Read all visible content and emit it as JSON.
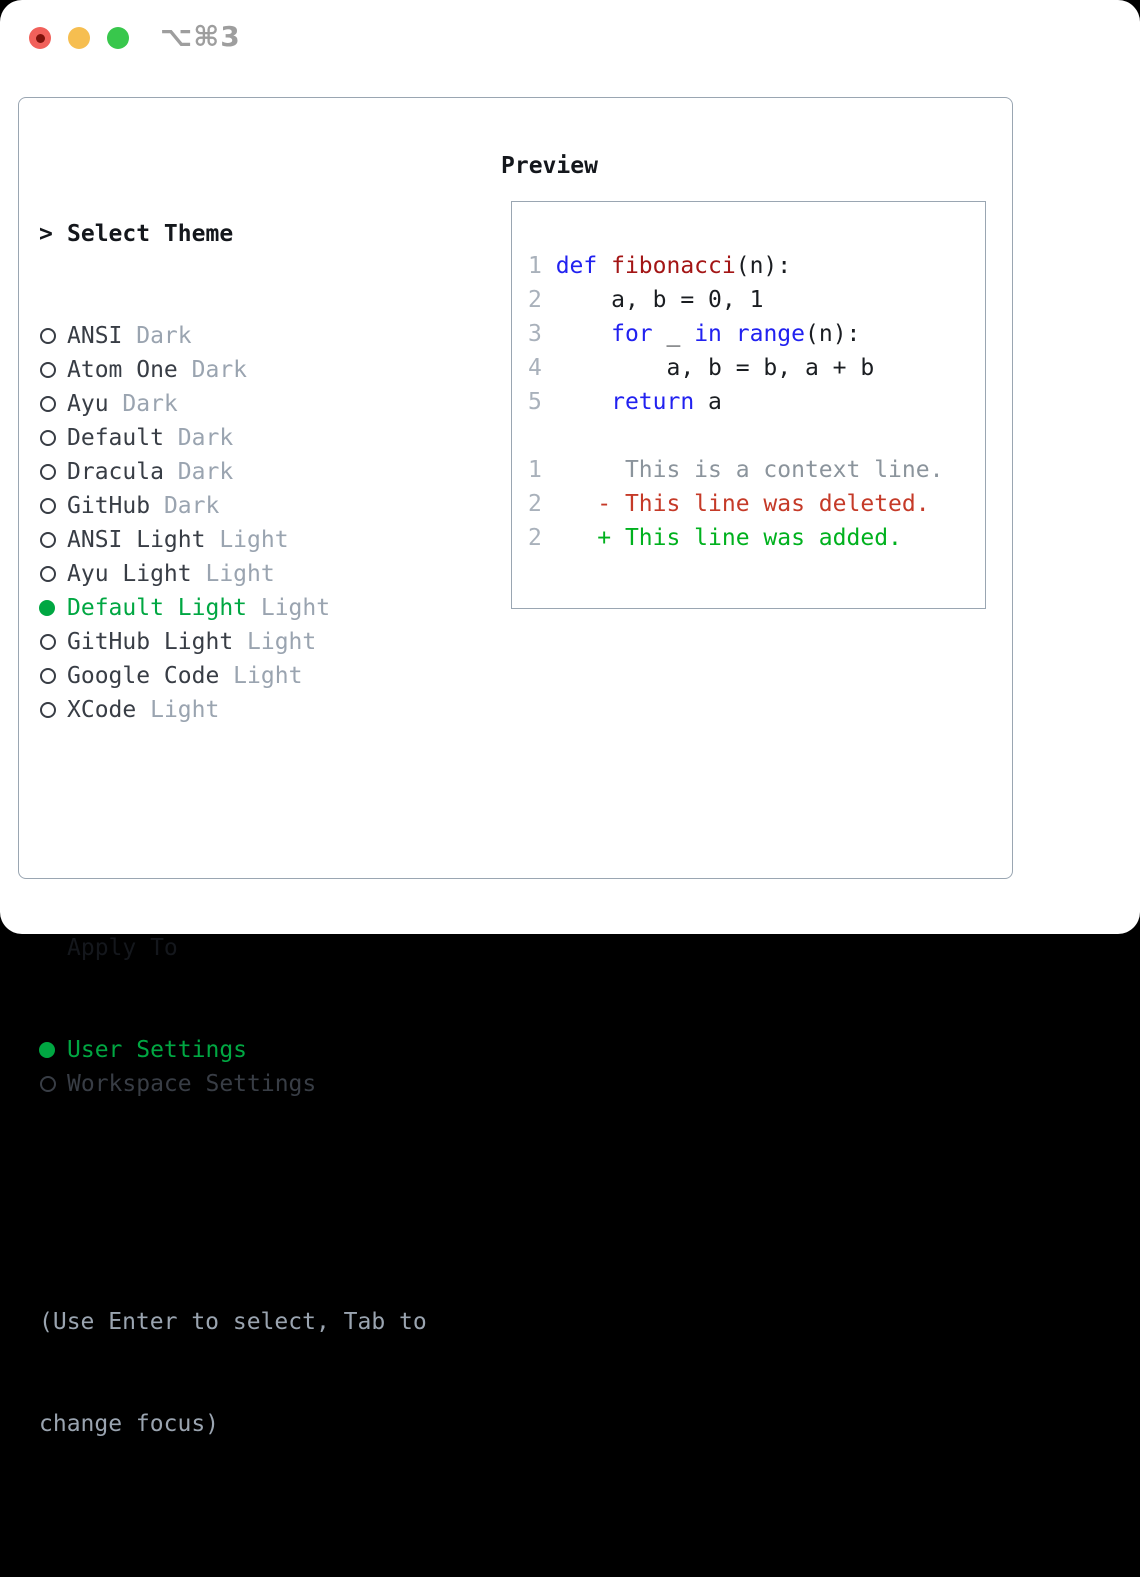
{
  "titlebar": {
    "shortcut": "⌥⌘3"
  },
  "colors": {
    "traffic_red": "#f1605a",
    "traffic_red_dot": "#7e120b",
    "traffic_yellow": "#f6be50",
    "traffic_green": "#38c74c",
    "title_gray": "#9e9e9e",
    "border_gray": "#9aa6b2",
    "header_black": "#14171c",
    "text_dark": "#383d45",
    "muted_gray": "#9aa4b0",
    "selection_green": "#00a742",
    "line_number_gray": "#a9b1bb",
    "keyword_blue": "#2121f0",
    "function_red": "#a31515",
    "context_gray": "#8b949c",
    "deleted_red": "#c53a28",
    "added_green": "#00b11e"
  },
  "left": {
    "header": "Select Theme",
    "themes": [
      {
        "name": "ANSI",
        "variant": "Dark",
        "selected": false
      },
      {
        "name": "Atom One",
        "variant": "Dark",
        "selected": false
      },
      {
        "name": "Ayu",
        "variant": "Dark",
        "selected": false
      },
      {
        "name": "Default",
        "variant": "Dark",
        "selected": false
      },
      {
        "name": "Dracula",
        "variant": "Dark",
        "selected": false
      },
      {
        "name": "GitHub",
        "variant": "Dark",
        "selected": false
      },
      {
        "name": "ANSI Light",
        "variant": "Light",
        "selected": false
      },
      {
        "name": "Ayu Light",
        "variant": "Light",
        "selected": false
      },
      {
        "name": "Default Light",
        "variant": "Light",
        "selected": true
      },
      {
        "name": "GitHub Light",
        "variant": "Light",
        "selected": false
      },
      {
        "name": "Google Code",
        "variant": "Light",
        "selected": false
      },
      {
        "name": "XCode",
        "variant": "Light",
        "selected": false
      }
    ],
    "apply_header": "Apply To",
    "apply_options": [
      {
        "name": "User Settings",
        "selected": true
      },
      {
        "name": "Workspace Settings",
        "selected": false
      }
    ],
    "footer_lines": [
      "(Use Enter to select, Tab to",
      "change focus)"
    ]
  },
  "preview": {
    "title": "Preview",
    "code_lines": [
      [
        {
          "t": "1 ",
          "c": "ln"
        },
        {
          "t": "def ",
          "c": "kw"
        },
        {
          "t": "fibonacci",
          "c": "fn"
        },
        {
          "t": "(n):",
          "c": "pl"
        }
      ],
      [
        {
          "t": "2 ",
          "c": "ln"
        },
        {
          "t": "    a, b = 0, 1",
          "c": "pl"
        }
      ],
      [
        {
          "t": "3 ",
          "c": "ln"
        },
        {
          "t": "    ",
          "c": "pl"
        },
        {
          "t": "for",
          "c": "kw"
        },
        {
          "t": " _ ",
          "c": "pl"
        },
        {
          "t": "in",
          "c": "kw"
        },
        {
          "t": " ",
          "c": "pl"
        },
        {
          "t": "range",
          "c": "kw"
        },
        {
          "t": "(n):",
          "c": "pl"
        }
      ],
      [
        {
          "t": "4 ",
          "c": "ln"
        },
        {
          "t": "        a, b = b, a + b",
          "c": "pl"
        }
      ],
      [
        {
          "t": "5 ",
          "c": "ln"
        },
        {
          "t": "    ",
          "c": "pl"
        },
        {
          "t": "return",
          "c": "kw"
        },
        {
          "t": " a",
          "c": "pl"
        }
      ],
      [],
      [
        {
          "t": "1",
          "c": "ln"
        },
        {
          "t": "      This is a context line.",
          "c": "ctx"
        }
      ],
      [
        {
          "t": "2",
          "c": "ln"
        },
        {
          "t": "    - This line was deleted.",
          "c": "del"
        }
      ],
      [
        {
          "t": "2",
          "c": "ln"
        },
        {
          "t": "    + This line was added.",
          "c": "add"
        }
      ]
    ]
  }
}
